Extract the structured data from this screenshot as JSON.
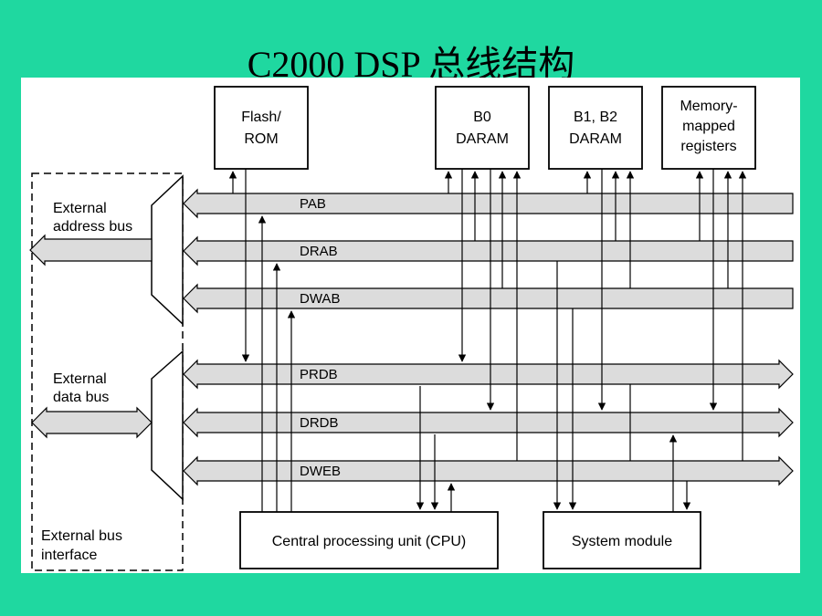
{
  "slide": {
    "title": "C2000 DSP 总线结构",
    "background_color": "#1fd8a0"
  },
  "diagram": {
    "memory_blocks": [
      {
        "id": "flash",
        "lines": [
          "Flash/",
          "ROM"
        ]
      },
      {
        "id": "b0",
        "lines": [
          "B0",
          "DARAM"
        ]
      },
      {
        "id": "b1b2",
        "lines": [
          "B1, B2",
          "DARAM"
        ]
      },
      {
        "id": "mmr",
        "lines": [
          "Memory-",
          "mapped",
          "registers"
        ]
      }
    ],
    "address_buses": [
      "PAB",
      "DRAB",
      "DWAB"
    ],
    "data_buses": [
      "PRDB",
      "DRDB",
      "DWEB"
    ],
    "external_address_bus": [
      "External",
      "address bus"
    ],
    "external_data_bus": [
      "External",
      "data bus"
    ],
    "external_bus_interface": [
      "External bus",
      "interface"
    ],
    "cpu_label": "Central processing unit (CPU)",
    "system_module_label": "System module",
    "bus_fill_color": "#dcdcdc"
  }
}
